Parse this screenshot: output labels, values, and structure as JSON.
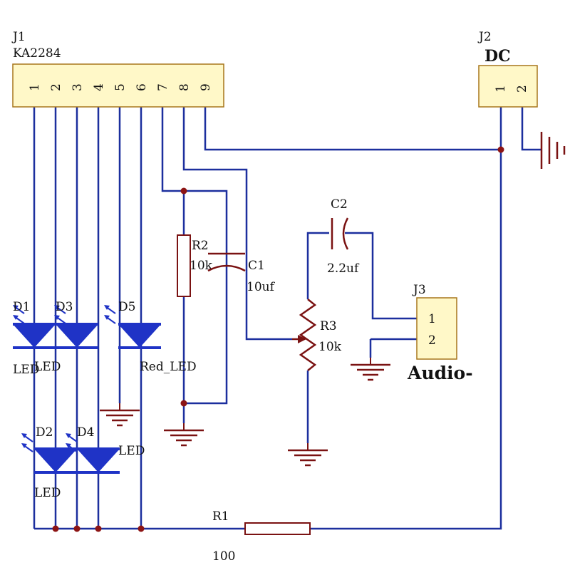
{
  "colors": {
    "wire": "#1c2f9e",
    "component": "#7a1212",
    "connector_fill": "#fff8c8",
    "connector_stroke": "#a7761c",
    "led_fill": "#1f33c6",
    "junction": "#8c1414",
    "text": "#111111"
  },
  "connectors": {
    "j1": {
      "ref": "J1",
      "part": "KA2284",
      "pins": [
        "1",
        "2",
        "3",
        "4",
        "5",
        "6",
        "7",
        "8",
        "9"
      ]
    },
    "j2": {
      "ref": "J2",
      "part": "DC",
      "pins": [
        "1",
        "2"
      ]
    },
    "j3": {
      "ref": "J3",
      "part": "Audio-",
      "pins": [
        "1",
        "2"
      ]
    }
  },
  "components": {
    "r1": {
      "ref": "R1",
      "value": "100"
    },
    "r2": {
      "ref": "R2",
      "value": "10k"
    },
    "r3": {
      "ref": "R3",
      "value": "10k"
    },
    "c1": {
      "ref": "C1",
      "value": "10uf"
    },
    "c2": {
      "ref": "C2",
      "value": "2.2uf"
    }
  },
  "leds": {
    "d1": {
      "ref": "D1",
      "value": "LED"
    },
    "d2": {
      "ref": "D2",
      "value": "LED"
    },
    "d3": {
      "ref": "D3",
      "value": "LED"
    },
    "d4": {
      "ref": "D4",
      "value": "LED"
    },
    "d5": {
      "ref": "D5",
      "value": "Red_LED"
    }
  },
  "symbols": {
    "led_icon": "led-diode-icon",
    "ground_icon": "ground-icon",
    "resistor_icon": "resistor-icon",
    "capacitor_icon": "capacitor-icon",
    "potentiometer_icon": "potentiometer-icon"
  }
}
